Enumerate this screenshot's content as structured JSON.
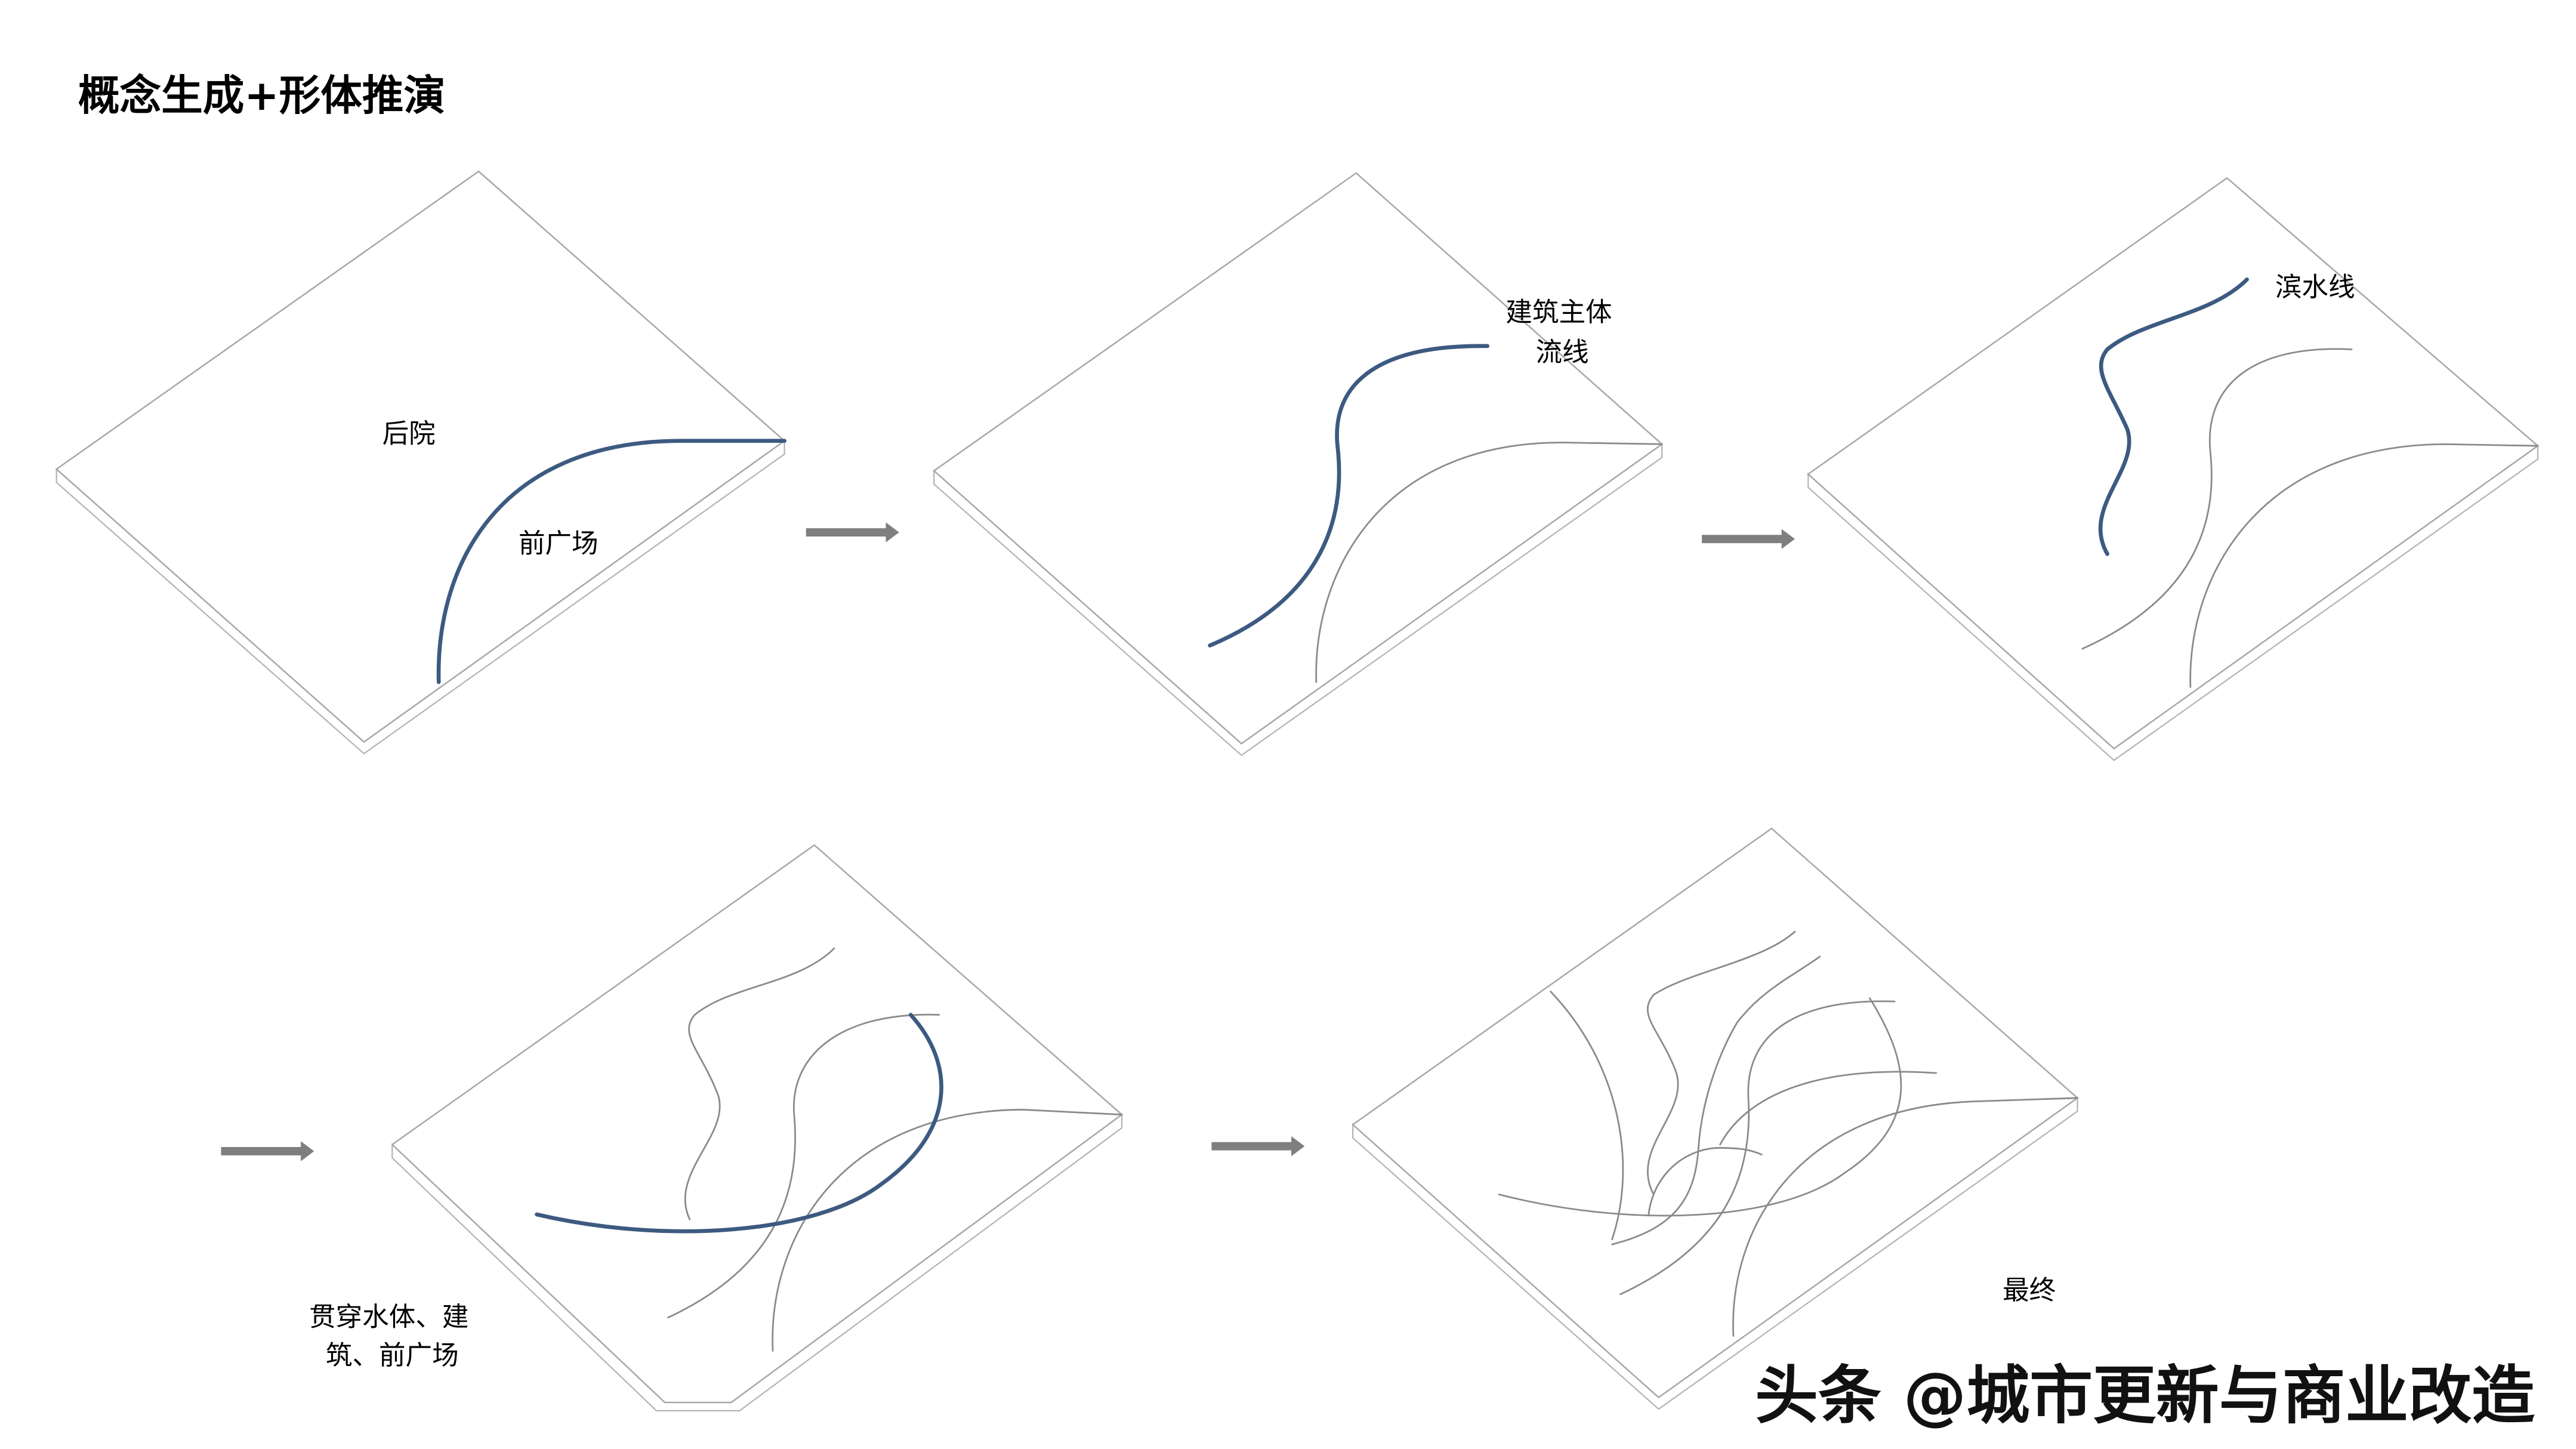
{
  "title": "概念生成+形体推演",
  "colors": {
    "accent_line": "#3d5a80",
    "previous_lines": "#8a8a8a",
    "slab_outline": "#a8a8a8",
    "arrow": "#7f7f7f",
    "background": "#ffffff"
  },
  "steps": [
    {
      "id": 1,
      "labels": [
        "后院",
        "前广场"
      ]
    },
    {
      "id": 2,
      "labels": [
        "建筑主体",
        "流线"
      ]
    },
    {
      "id": 3,
      "labels": [
        "滨水线"
      ]
    },
    {
      "id": 4,
      "labels": [
        "贯穿水体、建",
        "筑、前广场"
      ]
    },
    {
      "id": 5,
      "labels": [
        "最终"
      ]
    }
  ],
  "arrows": [
    {
      "from": 1,
      "to": 2,
      "icon": "right-arrow-icon"
    },
    {
      "from": 2,
      "to": 3,
      "icon": "right-arrow-icon"
    },
    {
      "from": 3,
      "to": 4,
      "icon": "right-arrow-icon"
    },
    {
      "from": 4,
      "to": 5,
      "icon": "right-arrow-icon"
    }
  ],
  "watermark": "头条 @城市更新与商业改造"
}
